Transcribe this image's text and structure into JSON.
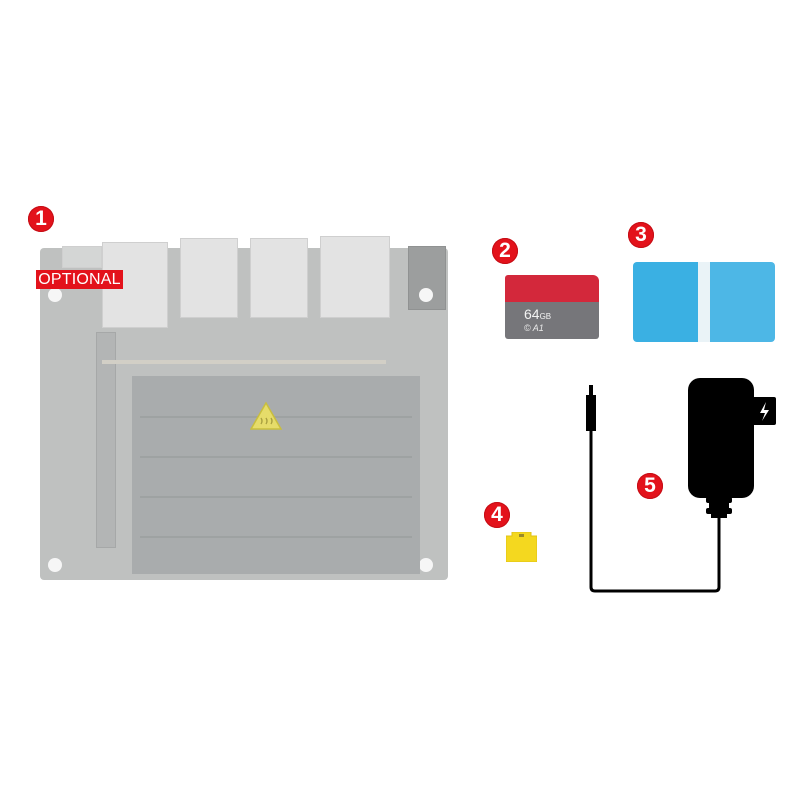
{
  "image": {
    "type": "product-kit-contents",
    "background": "#ffffff"
  },
  "items": [
    {
      "number": "1",
      "label": "OPTIONAL",
      "description": "development board (faded)",
      "badge_color": "#e3121b"
    },
    {
      "number": "2",
      "description": "microSD card",
      "capacity": "64",
      "capacity_unit": "GB",
      "class_marks": "© A1",
      "colors": {
        "top": "#d3283b",
        "bottom": "#76767a"
      }
    },
    {
      "number": "3",
      "description": "card reader",
      "colors": {
        "body": "#3ab0e3",
        "stripe": "#eaf3f7"
      }
    },
    {
      "number": "4",
      "description": "jumper cap",
      "colors": {
        "body": "#f4d81f"
      }
    },
    {
      "number": "5",
      "description": "power adapter",
      "icon": "lightning-bolt-icon",
      "colors": {
        "body": "#000000"
      }
    }
  ],
  "labels": {
    "optional": "OPTIONAL",
    "sd_capacity": "64",
    "sd_unit": "GB",
    "sd_class": "© A1",
    "bolt": "⚡"
  }
}
